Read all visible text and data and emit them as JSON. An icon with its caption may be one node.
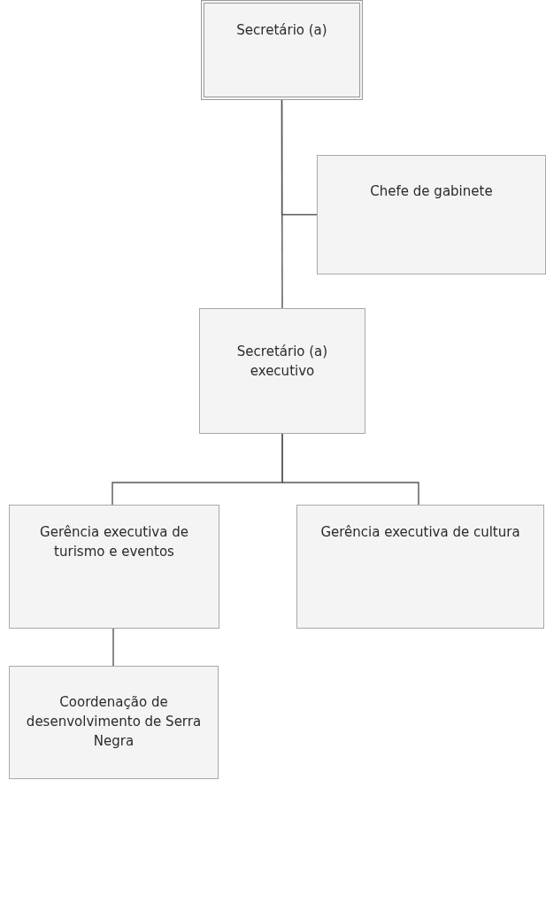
{
  "diagram": {
    "nodes": [
      {
        "text": [
          "Secretário (a)"
        ]
      },
      {
        "text": [
          "Chefe de gabinete"
        ]
      },
      {
        "text": [
          "Secretário (a) executivo"
        ]
      },
      {
        "text": [
          "Gerência executiva de turismo e eventos"
        ]
      },
      {
        "text": [
          "Gerência executiva de cultura"
        ]
      },
      {
        "text": [
          "Coordenação de desenvolvimento de Serra Negra"
        ]
      }
    ],
    "edges": [
      {
        "from": 0,
        "to": 1,
        "arrow": "none"
      },
      {
        "from": 0,
        "to": 2,
        "arrow": "none"
      },
      {
        "from": 2,
        "to": 3,
        "arrow": "none"
      },
      {
        "from": 2,
        "to": 4,
        "arrow": "none"
      },
      {
        "from": 3,
        "to": 5,
        "arrow": "none"
      }
    ]
  }
}
